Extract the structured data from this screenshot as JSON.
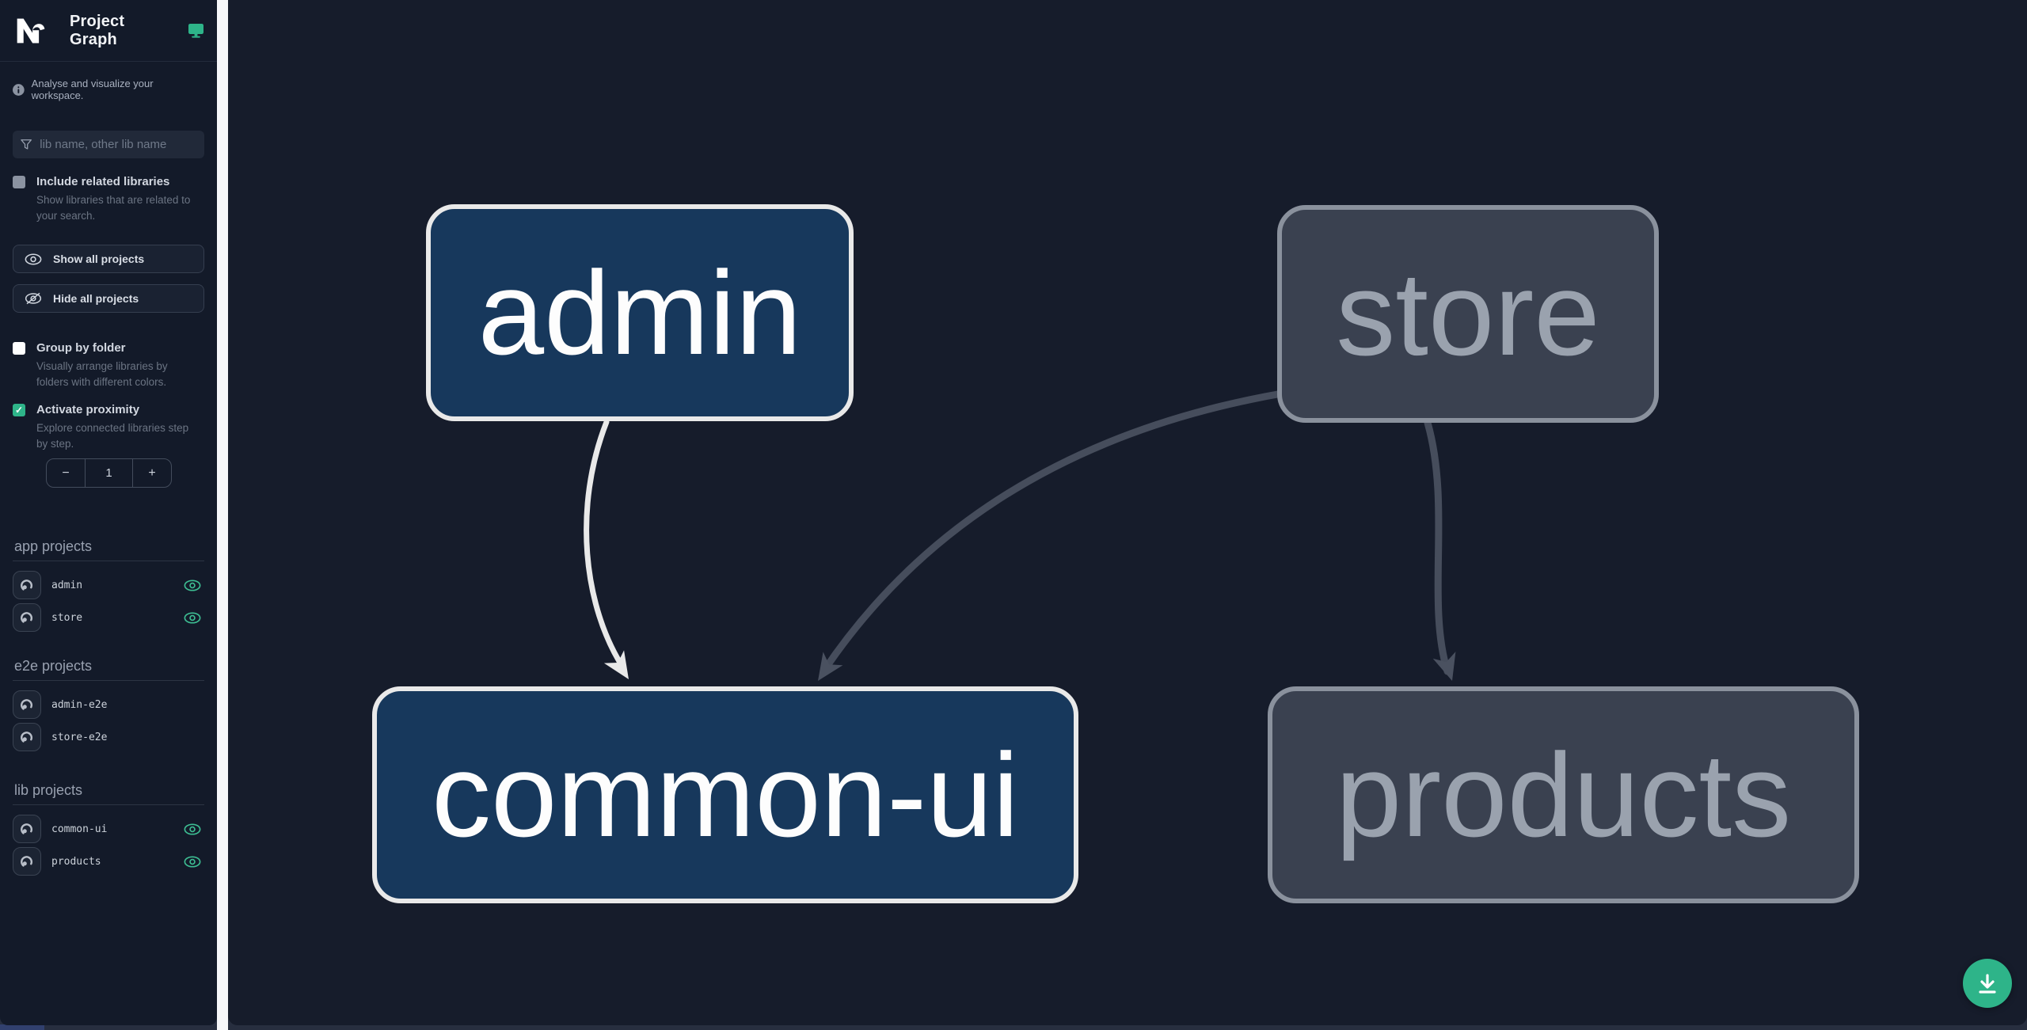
{
  "header": {
    "title": "Project Graph"
  },
  "sidebar": {
    "tagline": "Analyse and visualize your workspace.",
    "filter": {
      "placeholder": "lib name, other lib name"
    },
    "checkboxes": {
      "include_related": {
        "label": "Include related libraries",
        "description": "Show libraries that are related to your search.",
        "checked": false
      },
      "group_by_folder": {
        "label": "Group by folder",
        "description": "Visually arrange libraries by folders with different colors.",
        "checked": false
      },
      "activate_proximity": {
        "label": "Activate proximity",
        "description": "Explore connected libraries step by step.",
        "checked": true,
        "checkmark": "✓"
      }
    },
    "buttons": {
      "show_all": "Show all projects",
      "hide_all": "Hide all projects"
    },
    "proximity_stepper": {
      "decrement": "−",
      "value": "1",
      "increment": "+"
    },
    "sections": [
      {
        "label": "app projects",
        "items": [
          {
            "name": "admin",
            "visible": true
          },
          {
            "name": "store",
            "visible": true
          }
        ]
      },
      {
        "label": "e2e projects",
        "items": [
          {
            "name": "admin-e2e",
            "visible": false
          },
          {
            "name": "store-e2e",
            "visible": false
          }
        ]
      },
      {
        "label": "lib projects",
        "items": [
          {
            "name": "common-ui",
            "visible": true
          },
          {
            "name": "products",
            "visible": true
          }
        ]
      }
    ]
  },
  "graph": {
    "nodes": [
      {
        "id": "admin",
        "label": "admin",
        "type": "app",
        "emphasis": "highlighted"
      },
      {
        "id": "store",
        "label": "store",
        "type": "app",
        "emphasis": "dimmed"
      },
      {
        "id": "common-ui",
        "label": "common-ui",
        "type": "lib",
        "emphasis": "highlighted"
      },
      {
        "id": "products",
        "label": "products",
        "type": "lib",
        "emphasis": "dimmed"
      }
    ],
    "edges": [
      {
        "source": "admin",
        "target": "common-ui",
        "emphasis": "highlighted"
      },
      {
        "source": "store",
        "target": "common-ui",
        "emphasis": "dimmed"
      },
      {
        "source": "store",
        "target": "products",
        "emphasis": "dimmed"
      }
    ]
  },
  "colors": {
    "accent_teal": "#2eb489",
    "eye_green": "#3dbd92",
    "node_highlight_fill": "#17385c",
    "node_highlight_border": "#e9e9e9",
    "node_dim_fill": "#3a4150",
    "node_dim_border": "#8a919d",
    "edge_highlight": "#e9e9e9",
    "edge_dim": "#464d5c",
    "sidebar_bg": "#131a29",
    "canvas_bg": "#161c2b"
  }
}
